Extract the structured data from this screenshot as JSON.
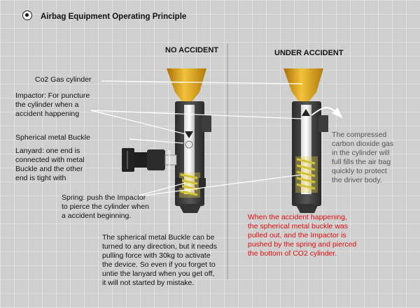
{
  "title": "Airbag Equipment Operating Principle",
  "headings": {
    "no_accident": "NO ACCIDENT",
    "under_accident": "UNDER ACCIDENT"
  },
  "labels": {
    "co2": "Co2 Gas cylinder",
    "impactor": "Impactor: For puncture\nthe cylinder when a\naccident happening",
    "buckle": "Spherical metal Buckle",
    "lanyard": "Lanyard: one end is\nconnected with metal\nBuckle and the other\nend is tight with",
    "spring": "Spring: push the Impactor\nto pierce the cylinder when\na accident beginning.",
    "buckle_note": "The spherical metal Buckle can be\nturned to any direction, but it needs\npulling force with  30kg to activate\nthe device. So even if you forget to\nuntie the lanyard when you get off,\nit will not started by mistake.",
    "co2_fill": "The compressed\ncarbon dioxide gas\nin the cylinder will\nfull fills the air bag\nquickly to protect\nthe driver body.",
    "accident_note": "When the accident happening,\nthe spherical metal buckle was\npulled out, and the Impactor is\npushed by the spring and pierced\nthe bottom of CO2 cylinder."
  },
  "colors": {
    "accent_red": "#e01010",
    "cylinder_gold": "#e6a817",
    "spring_yellow": "#e8d84a",
    "device_dark": "#3a3a3a"
  }
}
